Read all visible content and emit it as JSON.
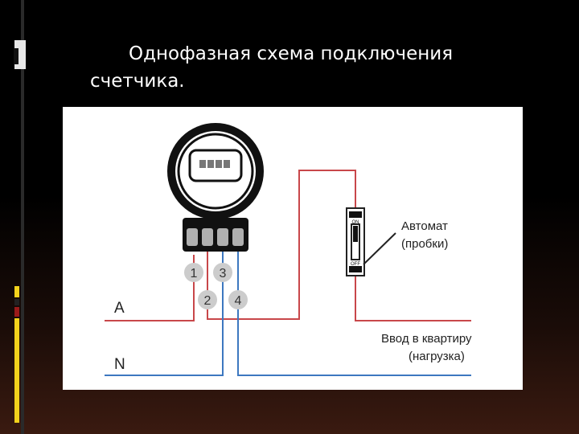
{
  "slide": {
    "title": "Однофазная схема подключения счетчика."
  },
  "diagram": {
    "terminals": [
      "1",
      "2",
      "3",
      "4"
    ],
    "line_labels": {
      "phase": "A",
      "neutral": "N"
    },
    "breaker": {
      "label_line1": "Автомат",
      "label_line2": "(пробки)",
      "on_text": "ON",
      "off_text": "OFF"
    },
    "load": {
      "label_line1": "Ввод в квартиру",
      "label_line2": "(нагрузка)"
    },
    "colors": {
      "phase_wire": "#c8474a",
      "neutral_wire": "#3d78c0",
      "meter_body": "#111111",
      "panel_background": "#ffffff",
      "accent_yellow": "#f2d21c"
    }
  }
}
